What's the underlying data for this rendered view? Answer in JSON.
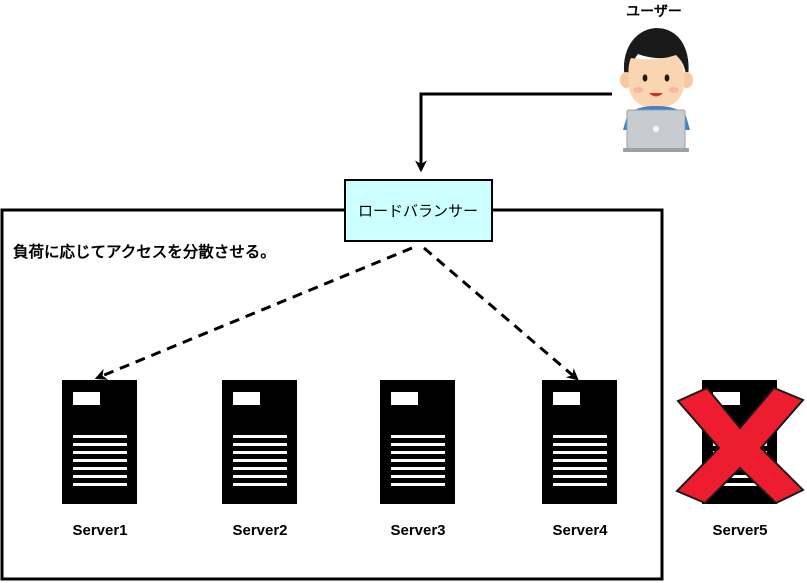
{
  "user": {
    "label": "ユーザー",
    "icon": "user-with-laptop-icon"
  },
  "load_balancer": {
    "label": "ロードバランサー",
    "fill_color": "#ccffff"
  },
  "cluster": {
    "description": "負荷に応じてアクセスを分散させる。"
  },
  "servers": [
    {
      "label": "Server1",
      "active": true,
      "receives_traffic": true
    },
    {
      "label": "Server2",
      "active": true,
      "receives_traffic": false
    },
    {
      "label": "Server3",
      "active": true,
      "receives_traffic": false
    },
    {
      "label": "Server4",
      "active": true,
      "receives_traffic": true
    },
    {
      "label": "Server5",
      "active": false,
      "receives_traffic": false
    }
  ],
  "colors": {
    "failure_mark": "#ee1c2f",
    "server_body": "#000000",
    "line": "#000000"
  }
}
